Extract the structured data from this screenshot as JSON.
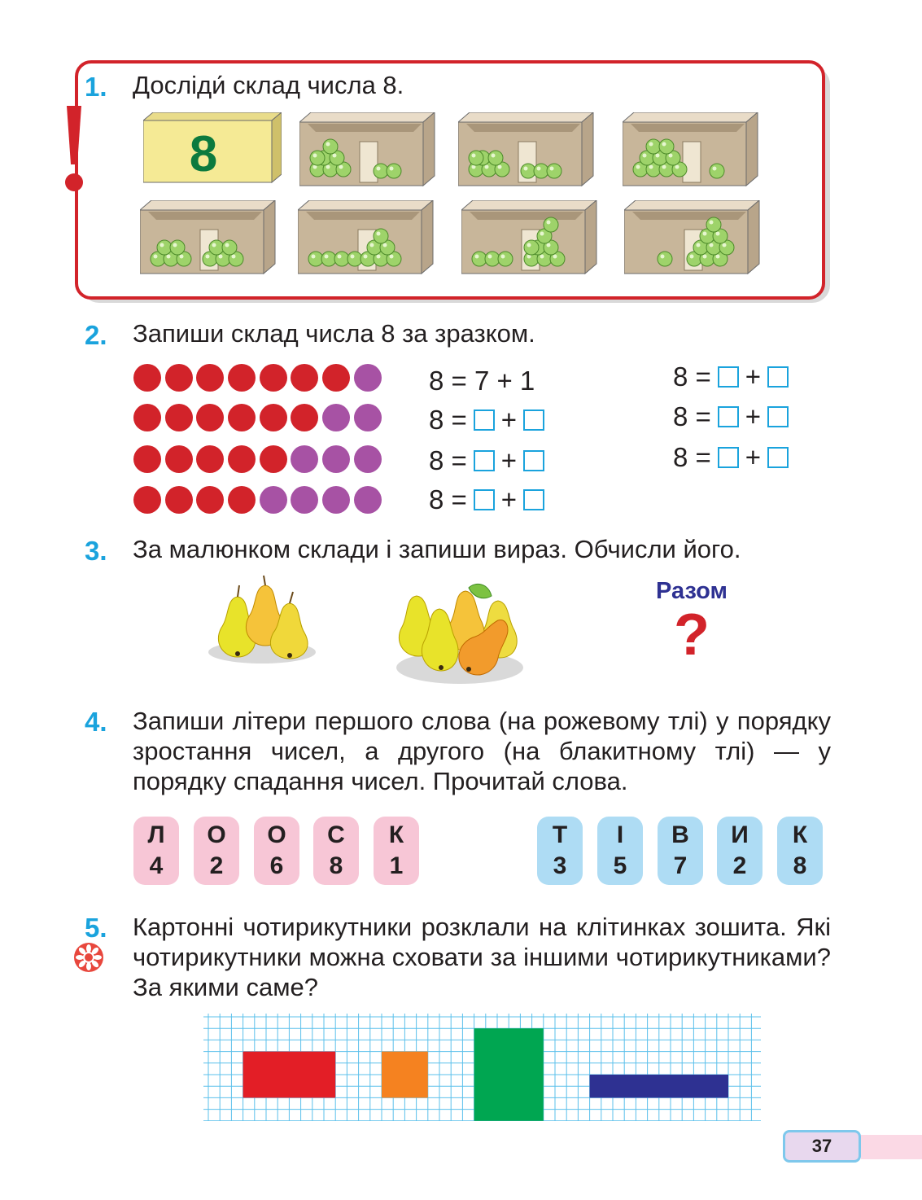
{
  "task1": {
    "number": "1.",
    "text": "Досліди́ склад числа 8.",
    "card_number": "8"
  },
  "task2": {
    "number": "2.",
    "text": "Запиши склад числа 8 за зразком.",
    "sample_equation": "8 = 7 + 1",
    "equation_prefix": "8 =",
    "plus": "+",
    "dot_rows": [
      {
        "red": 7,
        "purple": 1
      },
      {
        "red": 6,
        "purple": 2
      },
      {
        "red": 5,
        "purple": 3
      },
      {
        "red": 4,
        "purple": 4
      }
    ],
    "colors": {
      "red": "#d2232a",
      "purple": "#a752a4",
      "square": "#1aa3dd"
    }
  },
  "task3": {
    "number": "3.",
    "text": "За малюнком склади і запиши вираз. Обчисли його.",
    "total_label": "Разом",
    "question": "?"
  },
  "task4": {
    "number": "4.",
    "text": "Запиши літери першого слова (на рожевому тлі) у порядку зростання чисел, а другого (на блакитному тлі) — у порядку спадання чисел. Прочитай слова.",
    "pink_tiles": [
      {
        "letter": "Л",
        "number": "4"
      },
      {
        "letter": "О",
        "number": "2"
      },
      {
        "letter": "О",
        "number": "6"
      },
      {
        "letter": "С",
        "number": "8"
      },
      {
        "letter": "К",
        "number": "1"
      }
    ],
    "blue_tiles": [
      {
        "letter": "Т",
        "number": "3"
      },
      {
        "letter": "І",
        "number": "5"
      },
      {
        "letter": "В",
        "number": "7"
      },
      {
        "letter": "И",
        "number": "2"
      },
      {
        "letter": "К",
        "number": "8"
      }
    ]
  },
  "task5": {
    "number": "5.",
    "text": "Картонні чотирикутники розклали на клітинках зошита. Які чотирикутники можна сховати за іншими чотирикутниками? За якими саме?",
    "shape_colors": [
      "#e31e26",
      "#f58220",
      "#00a651",
      "#2e3192"
    ]
  },
  "page_number": "37"
}
